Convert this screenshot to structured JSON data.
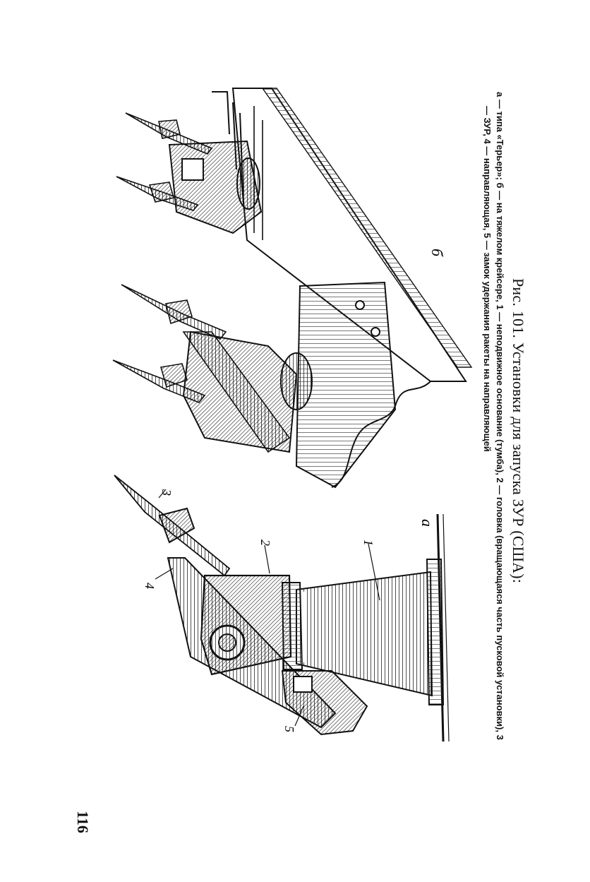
{
  "page": {
    "number": "116"
  },
  "figure": {
    "caption_title": "Рис. 101. Установки для запуска ЗУР (США):",
    "caption_legend": "а — типа «Терьер»; б — на тяжелом крейсере, 1 — неподвижное основание (тумба), 2 — головка (вращающаяся часть пусковой установки), 3 — ЗУР, 4 — направляющая, 5 — замок удержания ракеты на направляющей",
    "panel_labels": {
      "a": "а",
      "b": "б"
    },
    "callouts": [
      "1",
      "2",
      "3",
      "4",
      "5"
    ]
  }
}
